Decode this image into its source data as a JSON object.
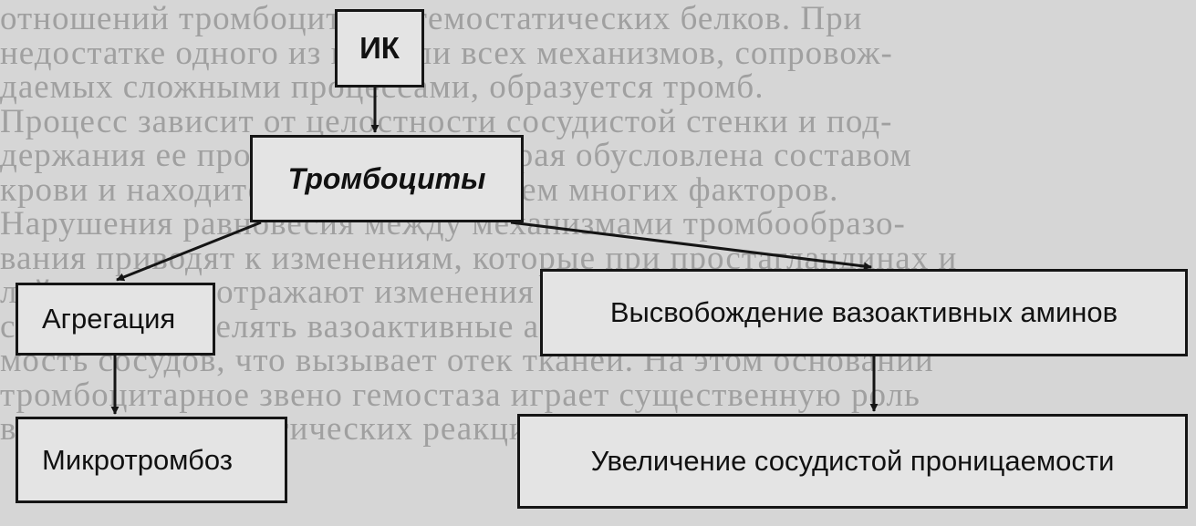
{
  "background_text": {
    "lines": [
      "отношений тромбоцитов и гемостатических белков. При",
      "недостатке одного из них или всех механизмов, сопровож-",
      "даемых сложными процессами, образуется тромб.",
      "Процесс зависит от целостности сосудистой стенки и под-",
      "держания ее проницаемости, которая обусловлена составом",
      "крови и находится под воздействием многих факторов.",
      "Нарушения равновесия между механизмами тромбообразо-",
      "вания приводят к изменениям, которые при простагландинах и",
      "лейкотриенах отражают изменения функций. Тромбоциты",
      "способны выделять вазоактивные амины, повышая проницае-",
      "мость сосудов, что вызывает отек тканей. На этом основании",
      "тромбоцитарное звено гемостаза играет существенную роль",
      "в развитии патологических реакций организма."
    ]
  },
  "diagram": {
    "nodes": {
      "ik": "ИК",
      "platelets": "Тромбоциты",
      "aggregation": "Агрегация",
      "release": "Высвобождение вазоактивных аминов",
      "microthrombosis": "Микротромбоз",
      "permeability": "Увеличение сосудистой проницаемости"
    },
    "edges": [
      [
        "ik",
        "platelets"
      ],
      [
        "platelets",
        "aggregation"
      ],
      [
        "platelets",
        "release"
      ],
      [
        "aggregation",
        "microthrombosis"
      ],
      [
        "release",
        "permeability"
      ]
    ],
    "line_color": "#151515"
  }
}
